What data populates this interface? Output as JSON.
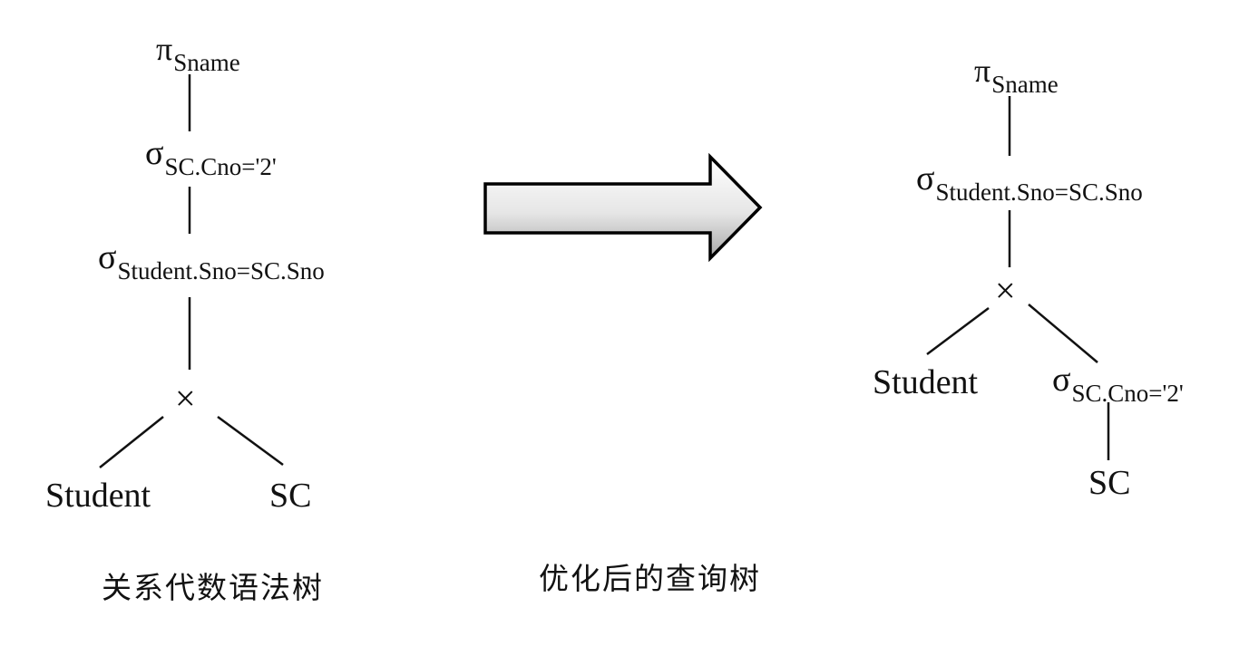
{
  "left_tree": {
    "projection": {
      "symbol": "π",
      "subscript": "Sname"
    },
    "selection_cno": {
      "symbol": "σ",
      "subscript": "SC.Cno='2'"
    },
    "selection_join": {
      "symbol": "σ",
      "subscript": "Student.Sno=SC.Sno"
    },
    "product": {
      "symbol": "×"
    },
    "leaf_student": "Student",
    "leaf_sc": "SC",
    "caption": "关系代数语法树"
  },
  "right_tree": {
    "projection": {
      "symbol": "π",
      "subscript": "Sname"
    },
    "selection_join": {
      "symbol": "σ",
      "subscript": "Student.Sno=SC.Sno"
    },
    "product": {
      "symbol": "×"
    },
    "leaf_student": "Student",
    "selection_cno": {
      "symbol": "σ",
      "subscript": "SC.Cno='2'"
    },
    "leaf_sc": "SC",
    "caption": "优化后的查询树"
  },
  "colors": {
    "ink": "#111111",
    "arrow_fill_light": "#ffffff",
    "arrow_fill_dark": "#a8a8a8",
    "arrow_stroke": "#000000"
  }
}
